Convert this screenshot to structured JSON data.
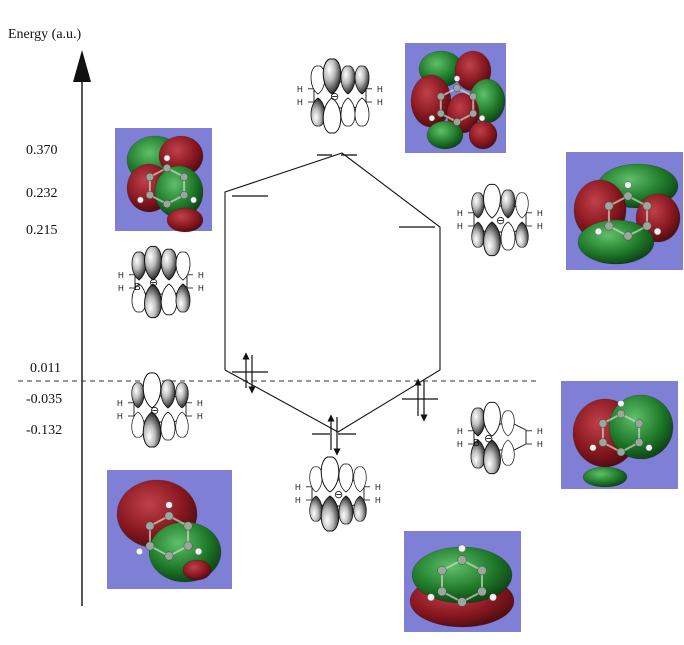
{
  "axis": {
    "title": "Energy (a.u.)"
  },
  "energy_labels": [
    "0.370",
    "0.232",
    "0.215",
    "0.011",
    "-0.035",
    "-0.132"
  ],
  "ring_labels": {
    "boron": "B",
    "charge": "⊖",
    "hydrogen": "H"
  },
  "colors": {
    "panel": "#7f7fd6",
    "lobe_red": "#8a1820",
    "lobe_green": "#1f7a2a",
    "line": "#111111",
    "dashed": "#333333"
  },
  "orbital_images": [
    {
      "name": "orbital-image-top-left"
    },
    {
      "name": "orbital-image-top-center"
    },
    {
      "name": "orbital-image-right-upper"
    },
    {
      "name": "orbital-image-right-lower"
    },
    {
      "name": "orbital-image-bottom-left"
    },
    {
      "name": "orbital-image-bottom-center"
    }
  ]
}
